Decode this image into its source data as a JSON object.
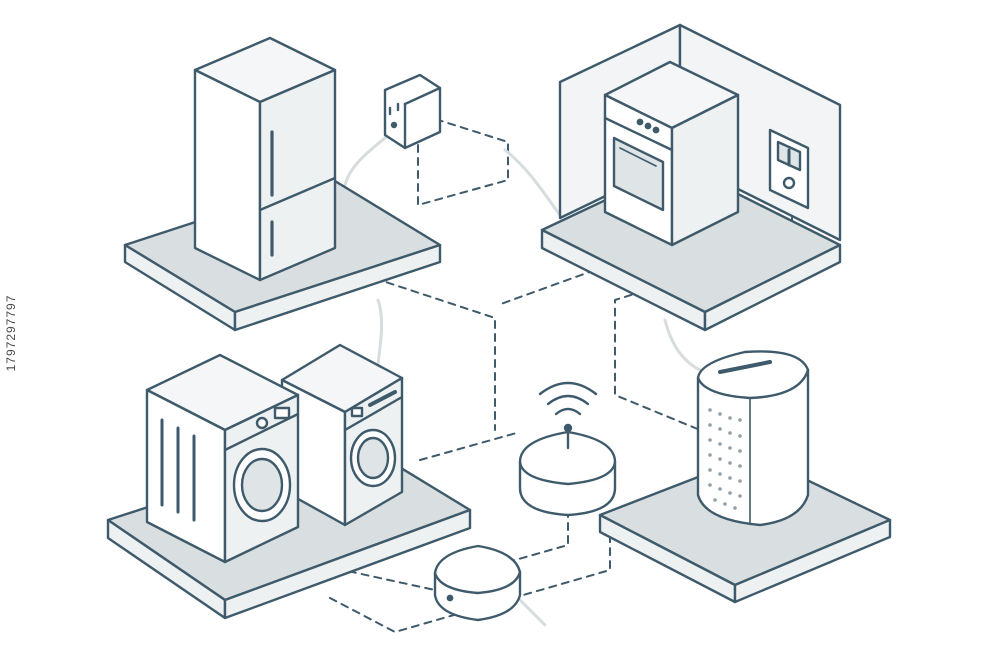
{
  "watermark": {
    "text": "1797297797"
  },
  "colors": {
    "outline": "#3e5a6b",
    "platform_top": "#d9dfe1",
    "platform_side": "#eef1f2",
    "appliance_fill": "#ffffff",
    "appliance_shade": "#eef1f2",
    "wall_fill": "#f2f4f5",
    "wire": "#e3e6e8",
    "dashed_link": "#3e5a6b"
  },
  "devices": [
    {
      "name": "refrigerator",
      "icon": "refrigerator-icon"
    },
    {
      "name": "smart-plug",
      "icon": "power-outlet-icon"
    },
    {
      "name": "oven",
      "icon": "oven-icon"
    },
    {
      "name": "thermostat",
      "icon": "thermostat-icon"
    },
    {
      "name": "washing-machine",
      "icon": "washing-machine-icon"
    },
    {
      "name": "dryer",
      "icon": "dryer-icon"
    },
    {
      "name": "wifi-hub",
      "icon": "wifi-router-icon"
    },
    {
      "name": "smart-hub",
      "icon": "hub-icon"
    },
    {
      "name": "smart-speaker",
      "icon": "speaker-icon"
    }
  ]
}
